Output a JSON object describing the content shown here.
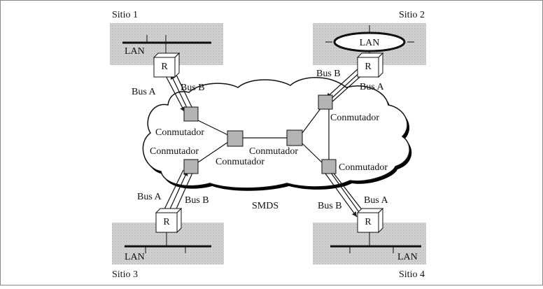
{
  "sites": {
    "s1": "Sitio 1",
    "s2": "Sitio 2",
    "s3": "Sitio 3",
    "s4": "Sitio 4"
  },
  "lan_label": "LAN",
  "router_label": "R",
  "bus_a": "Bus A",
  "bus_b": "Bus B",
  "switch_label": "Conmutador",
  "network_label": "SMDS"
}
